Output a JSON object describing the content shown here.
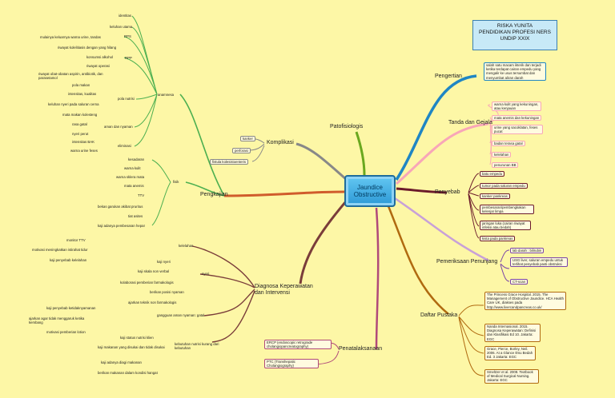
{
  "author": {
    "line1": "RISKA YUNITA",
    "line2": "PENDIDIKAN PROFESI NERS",
    "line3": "UNDIP XXIX"
  },
  "central": {
    "line1": "Jaundice",
    "line2": "Obstructive"
  },
  "topics": {
    "pengertian": "Pengertian",
    "tanda": "Tanda dan Gejala",
    "penyebab": "Penyebab",
    "pemeriksaan": "Pemeriksaan Penunjang",
    "daftar": "Daftar Pustaka",
    "penatalaksanaan": "Penatalaksanaan",
    "diagnosa_l1": "Diagnosa Keperawatan",
    "diagnosa_l2": "dan Intervensi",
    "pengkajian": "Pengkajian",
    "komplikasi": "Komplikasi",
    "patofisiologis": "Patofisiologis"
  },
  "pengertian": {
    "text": "salah satu macam ikterik dan terjadi ketika terdapat cairan empedu yang mengalir ke usus tersumbat dan menyumbat aliran darah"
  },
  "tanda": [
    "warna kulit yang kekuningan, atau kenjauan",
    "mata anemis dan kekuningan",
    "urine yang sacoklatan, feses pucat",
    "badan terasa gatal",
    "kelelahan",
    "penurunan BB"
  ],
  "penyebab": [
    "batu empedu",
    "tumor pada saluran empedu",
    "kanker pankreas",
    "pembesaran/pembengkakan kelenjar limpa",
    "jaringan luka (cairan riwayat infeksi atau bedah)",
    "kista pada pankreas"
  ],
  "pemeriksaan": [
    "lab darah : bilirubin",
    "USG liver, saluran empedu untuk terlihat penyebab pasti obstruksi",
    "CT-scan"
  ],
  "daftar": [
    "The Princess Grace Hospital. 2015. The Management of Obstructive Jaundice. HCA Health Care UK, diakses pada http://www.livercandpancreas.co.uk/",
    "Nanda Internasional. 2015. Diagnosa Keperawatan: Definisi dan Klasifikasi Ed 10. Jakarta: EGC",
    "Grace, Pierce, Borley, Neil. 2006. At a Glance Ilmu Bedah Ed. 3 Jakarta: EGC",
    "Smeltzer et al. 2008. Textbook of Medical Surgical Nursing. Jakarta: EGC"
  ],
  "penatalaksanaan": [
    "ERCP (endoscopic retrograde cholangiopancreatography)",
    "PTC (Transhepatic Cholangiography)"
  ],
  "komplikasi": [
    "kanker",
    "perforasi",
    "fistula kolesistoenteris"
  ],
  "pengkajian": {
    "anamnesa_label": "anamnesa",
    "fisik_label": "fisik",
    "identitas": "identitas",
    "keluhan": "keluhan utama",
    "rps": "RPS",
    "rps_child": "mulainya keluarnya warna urine, tandas",
    "rpp_label": "RPP",
    "rpp": [
      "riwayat kolelitiasis dengan yang hilang",
      "konsumsi alkohol",
      "riwayat operasi",
      "riwayat obat-obatan aspirin, antibiotik, dan parasetamol"
    ],
    "pola_label": "pola nutrisi",
    "pola": [
      "pola makan",
      "intensitas, kualitas",
      "keluhan nyeri pada saluran cerna",
      "mata makan kolesteng"
    ],
    "aman_label": "aman dan nyaman",
    "aman": [
      "rasa gatal",
      "nyeri perut"
    ],
    "eliminasi_label": "eliminasi",
    "eliminasi": [
      "intensitas BAK",
      "warna urine feses"
    ],
    "fisik": [
      "kesadaran",
      "warna kulit",
      "warna sklera mata",
      "mata anemis",
      "TTV",
      "bekas garukan akibat pruritus",
      "tiat asites",
      "kaji adanya pembesaran hepar"
    ]
  },
  "diagnosa": {
    "kelelahan": "kelelahan",
    "kelelahan_items": [
      "monitor TTV",
      "motivasi meningkatkan istirahat tidur",
      "kaji penyebab kelelahan"
    ],
    "nyeri": "nyeri",
    "nyeri_items": [
      "kaji nyeri",
      "kaji skala non verbal",
      "kolaborasi pemberian farmakologis",
      "berikan posisi nyaman",
      "ajarkan teknik non farmakologis"
    ],
    "gangguan": "gangguan aman nyaman: gatal",
    "gangguan_items": [
      "kaji penyebab ketidaknyamanan",
      "ajarkan agar tidak menggaruk ketika kembang",
      "motivasi pemberian lotion"
    ],
    "nutrisi_l1": "kebutuhan nutrisi kurang dari",
    "nutrisi_l2": "kebutuhan",
    "nutrisi_items": [
      "kaji status nutrisi klien",
      "kaji makanan yang disukai dan tidak disukai",
      "kaji adanya diagi makanan",
      "berikan makanan dalam kondisi hangat"
    ]
  },
  "colors": {
    "background": "#fdf7a6",
    "central": "#3aa8e3"
  }
}
